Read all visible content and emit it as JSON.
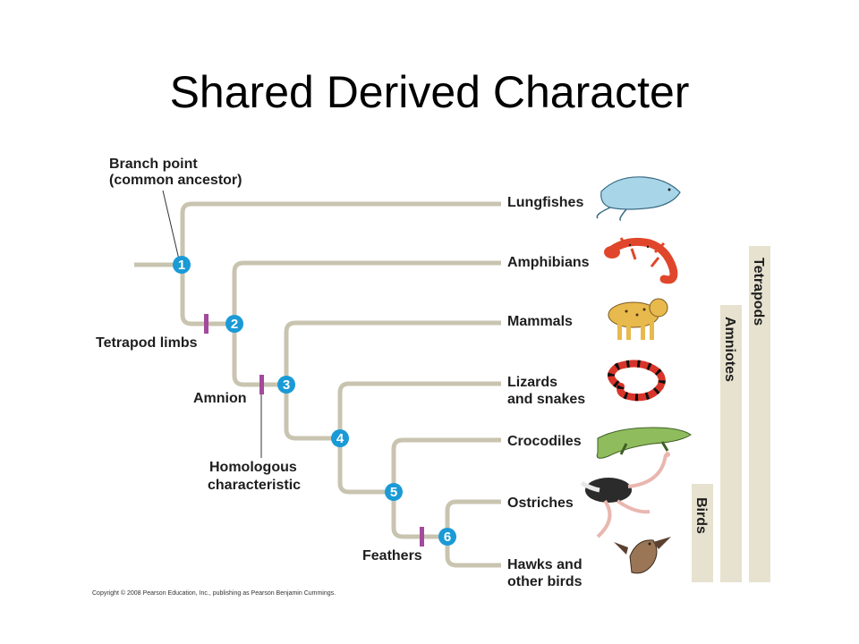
{
  "title": "Shared Derived Character",
  "colors": {
    "branch": "#c9c4b0",
    "node": "#1a9ad6",
    "trait": "#a34a9c",
    "group_bar": "#e6e2cf"
  },
  "annotations": {
    "branch_point": [
      "Branch point",
      "(common ancestor)"
    ],
    "homologous": [
      "Homologous",
      "characteristic"
    ]
  },
  "taxa": [
    {
      "lines": [
        "Lungfishes"
      ],
      "icon": "lungfish-icon"
    },
    {
      "lines": [
        "Amphibians"
      ],
      "icon": "salamander-icon"
    },
    {
      "lines": [
        "Mammals"
      ],
      "icon": "bobcat-icon"
    },
    {
      "lines": [
        "Lizards",
        "and snakes"
      ],
      "icon": "snake-icon"
    },
    {
      "lines": [
        "Crocodiles"
      ],
      "icon": "crocodile-icon"
    },
    {
      "lines": [
        "Ostriches"
      ],
      "icon": "ostrich-icon"
    },
    {
      "lines": [
        "Hawks and",
        "other birds"
      ],
      "icon": "hawk-icon"
    }
  ],
  "nodes": [
    "1",
    "2",
    "3",
    "4",
    "5",
    "6"
  ],
  "traits": {
    "tetrapod_limbs": "Tetrapod limbs",
    "amnion": "Amnion",
    "feathers": "Feathers"
  },
  "groups": {
    "tetrapods": "Tetrapods",
    "amniotes": "Amniotes",
    "birds": "Birds"
  },
  "copyright": "Copyright © 2008 Pearson Education, Inc., publishing as Pearson Benjamin Cummings."
}
